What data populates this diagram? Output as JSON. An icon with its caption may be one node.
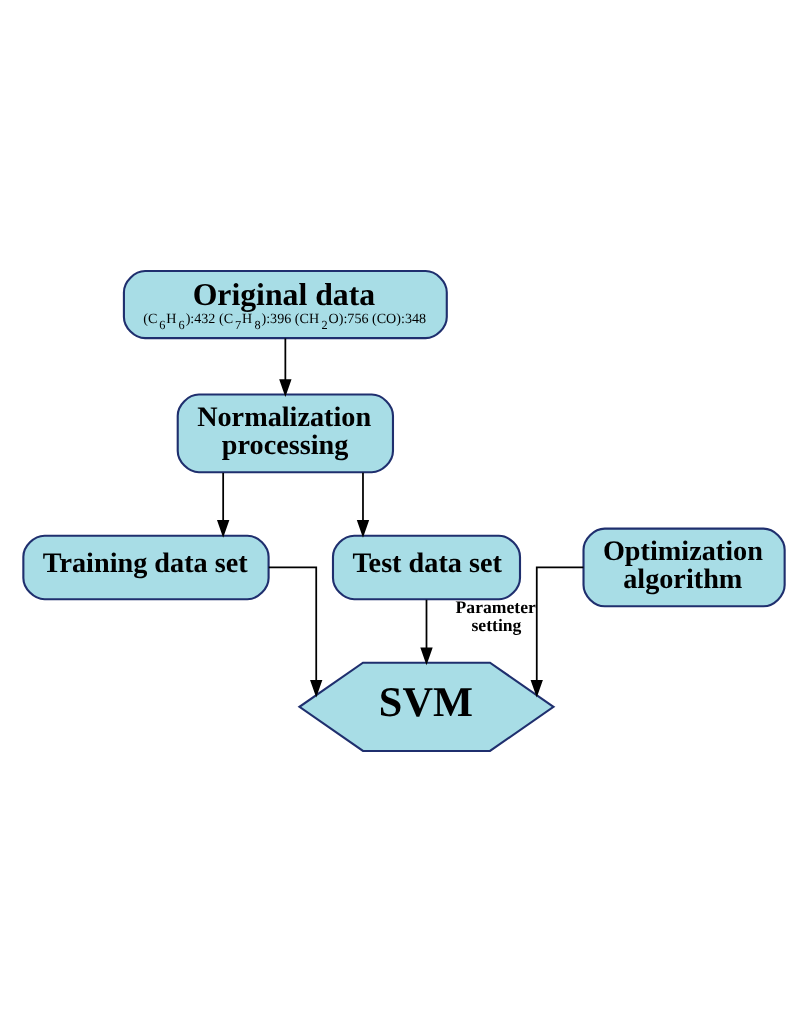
{
  "diagram": {
    "nodes": [
      {
        "text": [
          "Original data",
          "(C$_{6}$H$_{6}$):432 (C$_{7}$H$_{8}$):396 (CH$_{2}$O):756 (CO):348"
        ]
      },
      {
        "text": [
          "Normalization processing"
        ]
      },
      {
        "text": [
          "Training data set"
        ]
      },
      {
        "text": [
          "Test data set"
        ]
      },
      {
        "text": [
          "SVM"
        ]
      },
      {
        "text": [
          "Optimization algorithm"
        ]
      }
    ],
    "edges": [
      {
        "from": 0,
        "to": 1,
        "arrow": "to"
      },
      {
        "from": 1,
        "to": 2,
        "arrow": "to"
      },
      {
        "from": 1,
        "to": 3,
        "arrow": "to"
      },
      {
        "from": 2,
        "to": 4,
        "arrow": "to"
      },
      {
        "from": 3,
        "to": 4,
        "arrow": "to"
      },
      {
        "from": 5,
        "to": 4,
        "arrow": "to",
        "label": "Parameter setting"
      }
    ]
  }
}
